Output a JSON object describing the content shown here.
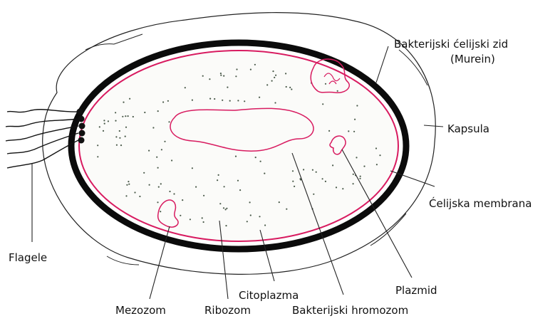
{
  "colors": {
    "background": "#ffffff",
    "outline": "#222222",
    "cell_wall": "#0b0b0b",
    "membrane": "#d81b60",
    "dots": "#4a5a4a"
  },
  "labels": {
    "cell_wall_line1": "Bakterijski ćelijski zid",
    "cell_wall_line2": "(Murein)",
    "capsule": "Kapsula",
    "membrane": "Ćelijska membrana",
    "flagella": "Flagele",
    "plasmid": "Plazmid",
    "cytoplasm": "Citoplazma",
    "mesosome": "Mezozom",
    "ribosome": "Ribozom",
    "chromosome": "Bakterijski hromozom"
  },
  "icons": [
    "flagellum",
    "basal-body"
  ]
}
